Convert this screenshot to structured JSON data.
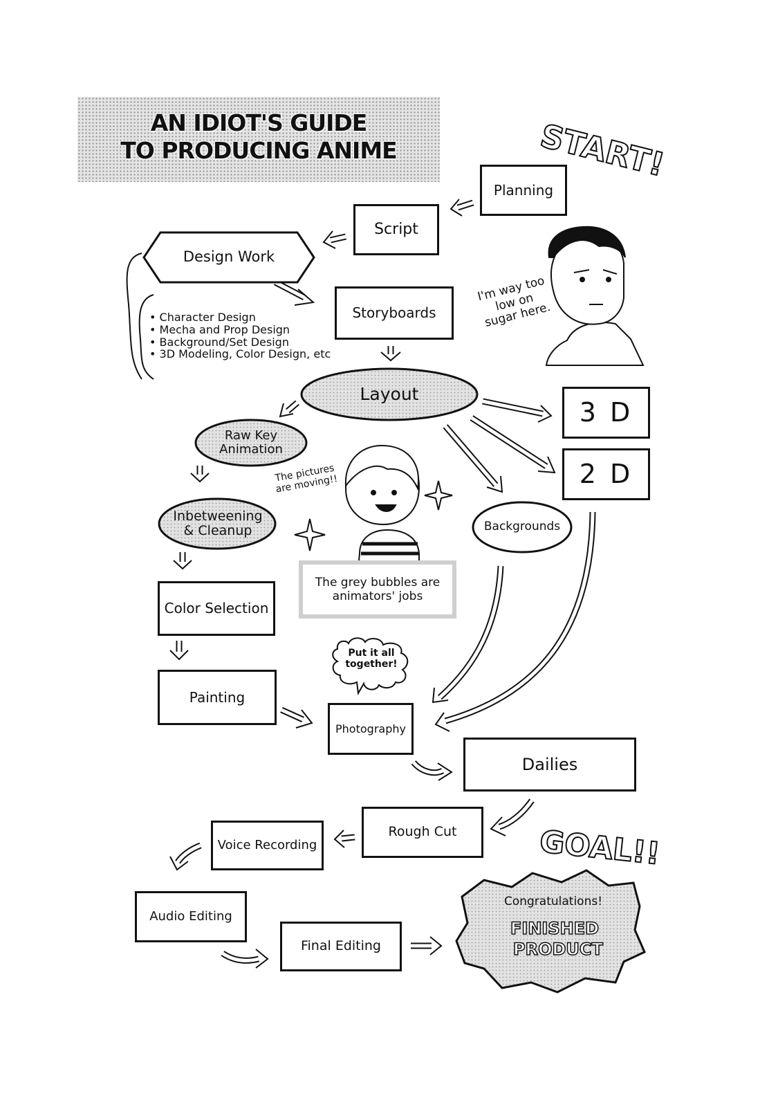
{
  "title": {
    "line1": "AN IDIOT'S GUIDE",
    "line2": "TO PRODUCING ANIME"
  },
  "start_label": "START!",
  "goal_label": "GOAL!!",
  "nodes": {
    "planning": "Planning",
    "script": "Script",
    "design_work": "Design Work",
    "storyboards": "Storyboards",
    "layout": "Layout",
    "three_d": "3 D",
    "two_d": "2 D",
    "raw_key": "Raw Key Animation",
    "inbetweening": "Inbetweening & Cleanup",
    "backgrounds": "Backgrounds",
    "color_selection": "Color Selection",
    "painting": "Painting",
    "photography": "Photography",
    "dailies": "Dailies",
    "rough_cut": "Rough Cut",
    "voice_recording": "Voice Recording",
    "audio_editing": "Audio Editing",
    "final_editing": "Final Editing",
    "congrats": "Congratulations!",
    "finished_line1": "FINISHED",
    "finished_line2": "PRODUCT"
  },
  "design_items": [
    "Character Design",
    "Mecha and Prop Design",
    "Background/Set Design",
    "3D Modeling, Color Design, etc"
  ],
  "speech": {
    "man": "I'm way too low on sugar here.",
    "kid": "The pictures are moving!!",
    "together": "Put it all together!"
  },
  "legend_note": "The grey bubbles are animators' jobs",
  "colors": {
    "ink": "#111111",
    "grey_bubble": "#d9d9d9",
    "note_border": "#cfcfcf"
  }
}
